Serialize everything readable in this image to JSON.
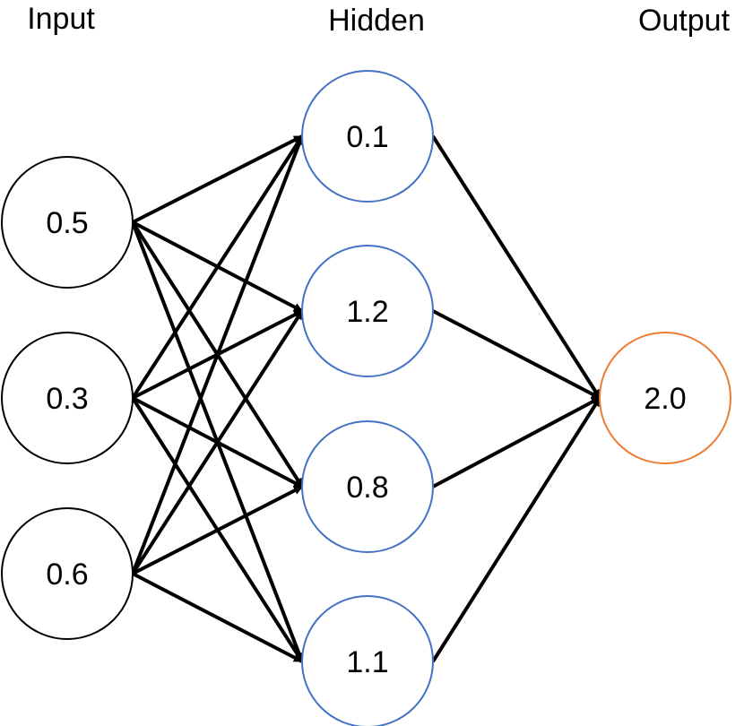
{
  "layers": {
    "input_label": "Input",
    "hidden_label": "Hidden",
    "output_label": "Output"
  },
  "nodes": {
    "input": [
      "0.5",
      "0.3",
      "0.6"
    ],
    "hidden": [
      "0.1",
      "1.2",
      "0.8",
      "1.1"
    ],
    "output": [
      "2.0"
    ]
  },
  "colors": {
    "input_stroke": "#000000",
    "hidden_stroke": "#4472C4",
    "output_stroke": "#ED7D31",
    "edge": "#000000"
  },
  "connections": "fully-connected"
}
